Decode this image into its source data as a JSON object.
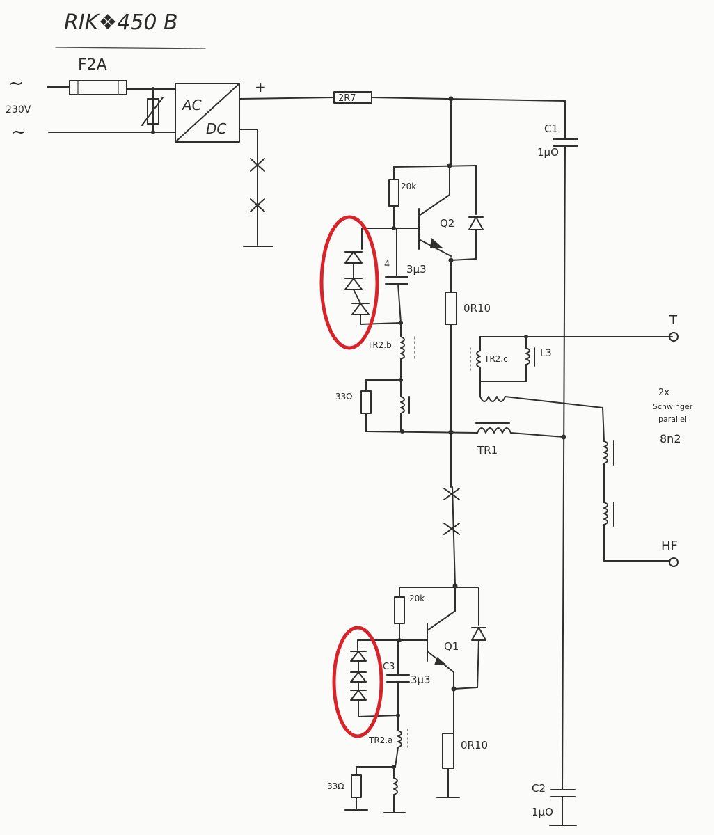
{
  "title": "RIK❖450 B",
  "input": {
    "fuse": "F2A",
    "voltage": "230V",
    "ac_symbol_top": "~",
    "ac_symbol_bottom": "~"
  },
  "converter": {
    "left": "AC",
    "right": "DC",
    "plus": "+"
  },
  "components": {
    "series_resistor": "2R7",
    "c1": "C1",
    "c1_value": "1µO",
    "c2": "C2",
    "c2_value": "1µO",
    "r_upper_base": "20k",
    "r_lower_base": "20k",
    "cap_upper_value": "3µ3",
    "cap_upper_label": "4",
    "cap_lower_label": "C3",
    "cap_lower_value": "3µ3",
    "q2": "Q2",
    "q1": "Q1",
    "emitter_upper": "0R10",
    "emitter_lower": "0R10",
    "tr2b": "TR2.b",
    "tr2a": "TR2.a",
    "tr2c": "TR2.c",
    "l3": "L3",
    "tr1": "TR1",
    "r33_upper": "33Ω",
    "r33_lower": "33Ω"
  },
  "outputs": {
    "t": "T",
    "hf": "HF"
  },
  "note": {
    "line1": "2x",
    "line2": "Schwinger",
    "line3": "parallel",
    "value": "8n2"
  },
  "highlight_color": "#d9232a"
}
